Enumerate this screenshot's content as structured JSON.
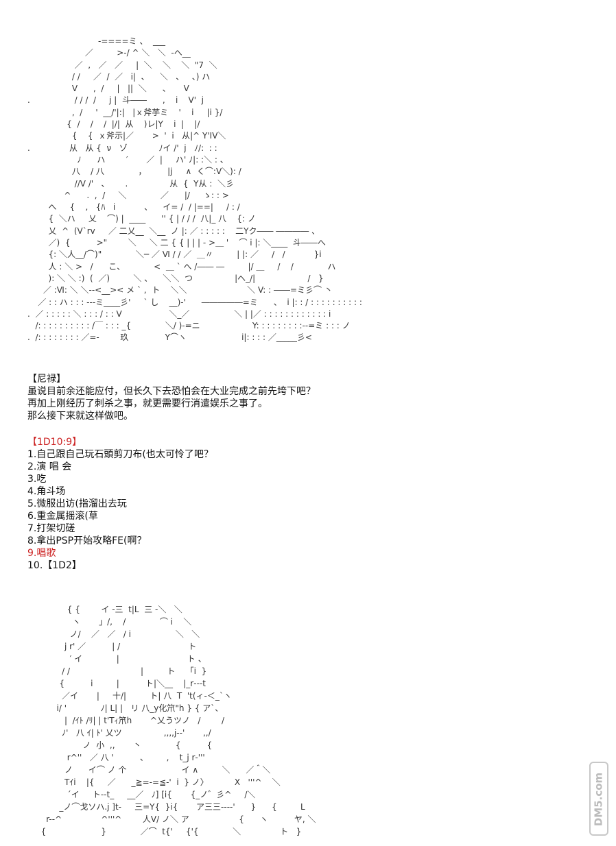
{
  "ascii_art_top": "                           -====ミ 、  ___\n                      ／         >-/ ^ ＼   ＼  -へ__\n                  ／  ,   ／   ／     |  ＼    ＼    ＼  \"7  ＼\n                 / /     ／  /  ／   i|  、    ＼   、   、) ハ\n                 V      ,  /     |   ||  ＼      、     V\n.                 / / /  /     j |  斗――      ,    i    V'  j\n                 ,  /     '  __/'|:|   |ｘ斧芋ミ    '    i     |i }/\n               {  /    /    /  |/|  从    )レ|Y    i  |    |/\n                 {    {  ｘ斧示|／       >  '  i   从|^ Y'IV＼\n.               从   从 {  ν   ゾ            ﾉイ /'  j   ﾉ/:  : :\n                   ﾉ      ハ        ′       ／  |     ハ' ﾉ|: :＼ : 、\n                 八    / 八             ，        |j     ∧  く⌒:V＼): /\n                  //V /'   、      .                从  {  Y从 :  ＼彡\n              ^      .  ,  /     ＼             ／      |/     ゝ: : >\n        へ     {    ,   {ﾊ   i           、    イ= /  / |==|     / : /\n        {  ＼ハ     乂    ⌒) |  ____      '' { | / / /  八|_ 八    {: ノ\n        乂  ^  (V`rv     ／ 二乂__  ＼__  ノ |: ／ : : : : :    二Yク―― ―――― 、\n        ／)  {          >\"        ＼     ＼ 二 { { | | | - >＿ '    ⌒ i |: ＼____  斗――へ\n        {: ＼人__/⌒)\"             ＼─ ／ Ⅵ / / ／  ＿〃         | |: ／     /   /           }i\n        人 : ＼ >   /      こ、           <  ＿ ` へ /―― ―         |/ ＿     /    /             ハ\n        ): ＼ ＼ :)  (  ／)         ＼ 、    ＼＼  つ                |へ_/|                    /   }\n      ／ :Ⅵ: ＼ ＼--<__>< メ ` ,  ト    ＼＼                       ＼ V: : ――=ミ彡⌒ 丶\n    ／ : : ハ : : : ---ミ____彡'     ` し    __)-'      ―――――=ミ      、  i |: : / : : : : : : : : : :\n.  ／ : : : : : ＼ : : : / : : V                  ＼_／                 ＼ | |／ : : : : : : : : : : : : i\n   /: : : : : : : : : : /￣ : : : _{             ＼/ )-=ニ                    Y: : : : : : : : :--=ミ : : : ノ\n.  /: : : : : : : : ／=-        玖              Y⌒ヽ                     i|: : : : ／_____彡<",
  "narration": {
    "speaker": "【尼禄】",
    "lines": [
      "虽说目前余还能应付，但长久下去恐怕会在大业完成之前先垮下吧？",
      "再加上刚经历了刺杀之事，就更需要行消遣娱乐之事了。",
      "那么接下来就这样做吧。"
    ]
  },
  "dice": "【1D10:9】",
  "choices": [
    "1.自己跟自己玩石頭剪刀布(也太可怜了吧？",
    "2.演 唱 会",
    "3.吃",
    "4.角斗场",
    "5.微服出访(指溜出去玩",
    "6.重金属摇滚(草",
    "7.打架切磋",
    "8.拿出PSP开始攻略FE(啊？",
    "9.唱歌",
    "10.【1D2】"
  ],
  "selected_choice_index": 8,
  "highlight_color": "#cc2222",
  "ascii_art_bottom": "            { {        イ ‐三  t|L  三 -＼   ＼\n              ヽ       」/,    /             ⌒ i    ＼\n             ノ/    ／   ／   / i                 ＼   ＼\n           j r' ／          | /                          ト\n             ′ イ             |                          ト 、\n          / /                           |         ト    「i  }\n         {          i         |          ト|＼__    |_r‐--t\n          ／イ       |     十/|         ト| 八  T  't(ィ‐＜_`ヽ\n        i/ '             ﾉ| L| |   リ 八_y化笊\"h } { ア`、\n           |  /ｲﾄ /ﾘ| | t'Tｨ笊h       ^乂うツノ   /        /\n          ﾉ'   八 ｲ| ﾄ' 乂ツ                ,,,,j--'       ,,/\n                  ノ  小  ,,       丶             {          {\n            r^''   ／ 八 '          、       ,    t_j r‐'''\n           ノ      イ⌒ ノ 个                     イ ∧         ＼      ／＾＼\n           Tｲi    |{     ／      _≧=-=≦‐'  i  } ノ〉          X   '''^    ＼\n            ´イ     ト‐-t_     __／   ﾉ] [i{       {_ノ゛彡^     /＼\n         _ノ⌒戈ソハ.j ]t-     三=Y{  }i{       ア三三--‐‐'      }      {         L\n    r-‐^               ^'''^        人V/ ノ＼ ア                   {      ヽ          ヤ, ＼\n  {                     }             ／⌒  t{'     {'{             ＼               ト   }",
  "watermark_text": "DM5.com"
}
